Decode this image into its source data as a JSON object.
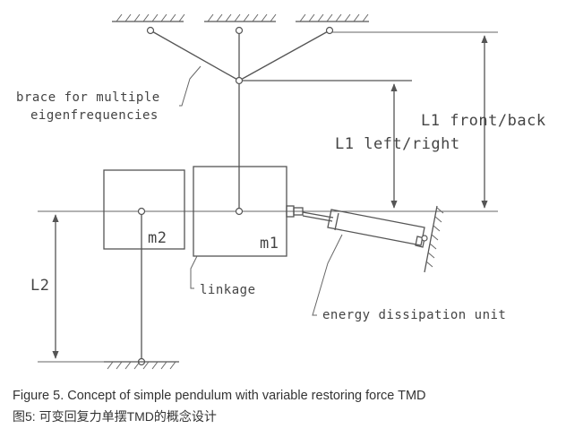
{
  "labels": {
    "brace_line1": "brace for multiple",
    "brace_line2": "eigenfrequencies",
    "l1_front_back": "L1 front/back",
    "l1_left_right": "L1 left/right",
    "mass_m1": "m1",
    "mass_m2": "m2",
    "linkage": "linkage",
    "l2": "L2",
    "energy_unit": "energy dissipation unit"
  },
  "caption": {
    "english": "Figure 5. Concept of simple pendulum with variable restoring force TMD",
    "chinese": "图5: 可变回复力单摆TMD的概念设计"
  },
  "colors": {
    "line": "#555555",
    "text": "#444444"
  }
}
